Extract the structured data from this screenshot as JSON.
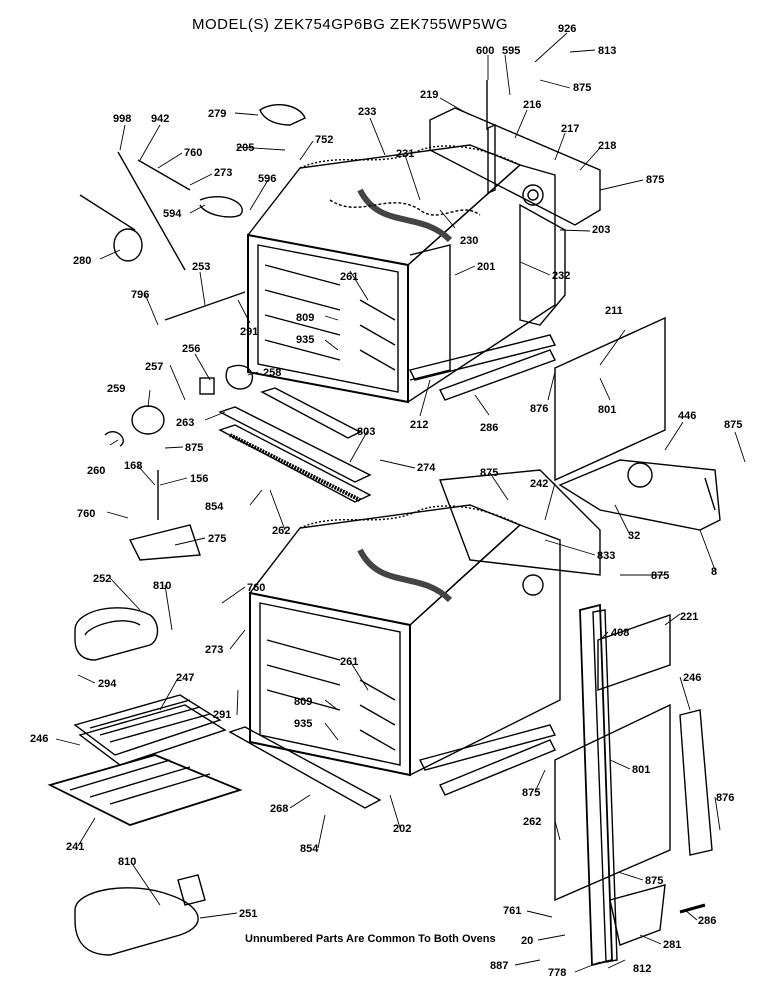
{
  "title": "MODEL(S) ZEK754GP6BG  ZEK755WP5WG",
  "footnote": "Unnumbered Parts Are Common To Both Ovens",
  "parts": [
    {
      "id": "p926",
      "label": "926"
    },
    {
      "id": "p600",
      "label": "600"
    },
    {
      "id": "p595",
      "label": "595"
    },
    {
      "id": "p813",
      "label": "813"
    },
    {
      "id": "p998",
      "label": "998"
    },
    {
      "id": "p942",
      "label": "942"
    },
    {
      "id": "p279",
      "label": "279"
    },
    {
      "id": "p233",
      "label": "233"
    },
    {
      "id": "p219",
      "label": "219"
    },
    {
      "id": "p875a",
      "label": "875"
    },
    {
      "id": "p216",
      "label": "216"
    },
    {
      "id": "p217",
      "label": "217"
    },
    {
      "id": "p218",
      "label": "218"
    },
    {
      "id": "p760a",
      "label": "760"
    },
    {
      "id": "p205",
      "label": "205"
    },
    {
      "id": "p752",
      "label": "752"
    },
    {
      "id": "p231",
      "label": "231"
    },
    {
      "id": "p273a",
      "label": "273"
    },
    {
      "id": "p596",
      "label": "596"
    },
    {
      "id": "p875b",
      "label": "875"
    },
    {
      "id": "p594",
      "label": "594"
    },
    {
      "id": "p280",
      "label": "280"
    },
    {
      "id": "p203",
      "label": "203"
    },
    {
      "id": "p230",
      "label": "230"
    },
    {
      "id": "p232",
      "label": "232"
    },
    {
      "id": "p253",
      "label": "253"
    },
    {
      "id": "p261a",
      "label": "261"
    },
    {
      "id": "p201",
      "label": "201"
    },
    {
      "id": "p796",
      "label": "796"
    },
    {
      "id": "p291a",
      "label": "291"
    },
    {
      "id": "p809a",
      "label": "809"
    },
    {
      "id": "p935a",
      "label": "935"
    },
    {
      "id": "p211",
      "label": "211"
    },
    {
      "id": "p256",
      "label": "256"
    },
    {
      "id": "p257",
      "label": "257"
    },
    {
      "id": "p258",
      "label": "258"
    },
    {
      "id": "p259",
      "label": "259"
    },
    {
      "id": "p263",
      "label": "263"
    },
    {
      "id": "p801a",
      "label": "801"
    },
    {
      "id": "p212",
      "label": "212"
    },
    {
      "id": "p286a",
      "label": "286"
    },
    {
      "id": "p876a",
      "label": "876"
    },
    {
      "id": "p446",
      "label": "446"
    },
    {
      "id": "p875c",
      "label": "875"
    },
    {
      "id": "p260",
      "label": "260"
    },
    {
      "id": "p875d",
      "label": "875"
    },
    {
      "id": "p803",
      "label": "803"
    },
    {
      "id": "p274",
      "label": "274"
    },
    {
      "id": "p168",
      "label": "168"
    },
    {
      "id": "p156",
      "label": "156"
    },
    {
      "id": "p875e",
      "label": "875"
    },
    {
      "id": "p242",
      "label": "242"
    },
    {
      "id": "p854a",
      "label": "854"
    },
    {
      "id": "p32",
      "label": "32"
    },
    {
      "id": "p760b",
      "label": "760"
    },
    {
      "id": "p262a",
      "label": "262"
    },
    {
      "id": "p833",
      "label": "833"
    },
    {
      "id": "p8",
      "label": "8"
    },
    {
      "id": "p275",
      "label": "275"
    },
    {
      "id": "p875f",
      "label": "875"
    },
    {
      "id": "p252",
      "label": "252"
    },
    {
      "id": "p810a",
      "label": "810"
    },
    {
      "id": "p760c",
      "label": "760"
    },
    {
      "id": "p408",
      "label": "408"
    },
    {
      "id": "p221",
      "label": "221"
    },
    {
      "id": "p273b",
      "label": "273"
    },
    {
      "id": "p261b",
      "label": "261"
    },
    {
      "id": "p246a",
      "label": "246"
    },
    {
      "id": "p294",
      "label": "294"
    },
    {
      "id": "p247",
      "label": "247"
    },
    {
      "id": "p291b",
      "label": "291"
    },
    {
      "id": "p809b",
      "label": "809"
    },
    {
      "id": "p935b",
      "label": "935"
    },
    {
      "id": "p246b",
      "label": "246"
    },
    {
      "id": "p801b",
      "label": "801"
    },
    {
      "id": "p875g",
      "label": "875"
    },
    {
      "id": "p876b",
      "label": "876"
    },
    {
      "id": "p268",
      "label": "268"
    },
    {
      "id": "p202",
      "label": "202"
    },
    {
      "id": "p262b",
      "label": "262"
    },
    {
      "id": "p241",
      "label": "241"
    },
    {
      "id": "p854b",
      "label": "854"
    },
    {
      "id": "p810b",
      "label": "810"
    },
    {
      "id": "p875h",
      "label": "875"
    },
    {
      "id": "p251",
      "label": "251"
    },
    {
      "id": "p761",
      "label": "761"
    },
    {
      "id": "p286b",
      "label": "286"
    },
    {
      "id": "p20",
      "label": "20"
    },
    {
      "id": "p281",
      "label": "281"
    },
    {
      "id": "p887",
      "label": "887"
    },
    {
      "id": "p778",
      "label": "778"
    },
    {
      "id": "p812",
      "label": "812"
    }
  ]
}
